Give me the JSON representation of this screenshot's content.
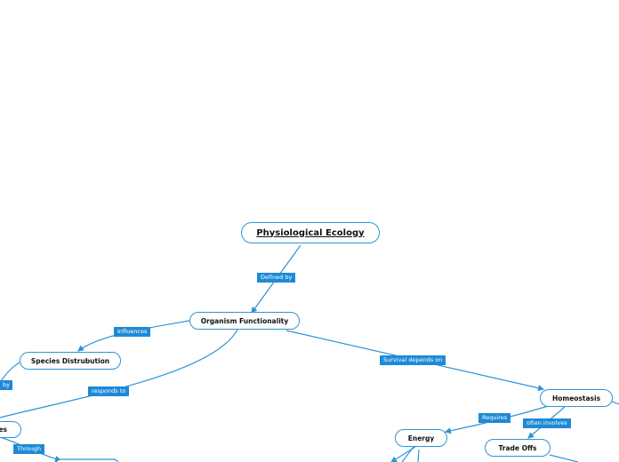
{
  "map": {
    "root": "Physiological Ecology",
    "nodes": {
      "organism": "Organism Functionality",
      "species": "Species Distrubution",
      "homeostasis": "Homeostasis",
      "energy": "Energy",
      "tradeoffs": "Trade Offs",
      "partial_left": "es"
    },
    "labels": {
      "defined_by": "Defined by",
      "influences": "Influences",
      "responds_to": "responds to",
      "survival": "Survival depends on",
      "requires": "Requires",
      "often_involves": "often involves",
      "through": "Through",
      "partial_by": "by"
    }
  },
  "colors": {
    "accent": "#2f94d4",
    "label_bg": "#1e8ad6"
  }
}
